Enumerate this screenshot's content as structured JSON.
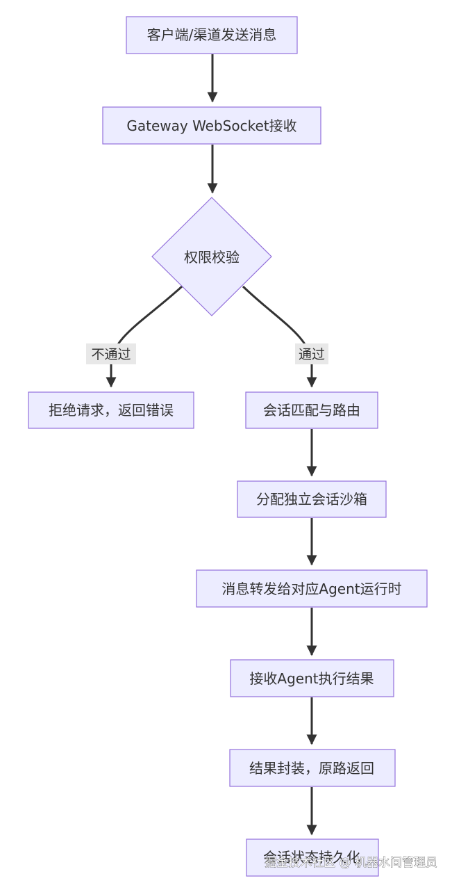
{
  "nodes": {
    "client_send": "客户端/渠道发送消息",
    "gateway_receive": "Gateway WebSocket接收",
    "permission_check": "权限校验",
    "reject_request": "拒绝请求，返回错误",
    "session_match": "会话匹配与路由",
    "allocate_sandbox": "分配独立会话沙箱",
    "forward_message": "消息转发给对应Agent运行时",
    "receive_result": "接收Agent执行结果",
    "wrap_result": "结果封装，原路返回",
    "persist_state": "会话状态持久化"
  },
  "edges": {
    "fail_label": "不通过",
    "pass_label": "通过"
  },
  "watermark": "掘金技术社区 @ 机器水间管理员",
  "colors": {
    "node_fill": "#ececff",
    "node_stroke": "#9370db",
    "edge": "#333333",
    "label_bg": "#e8e8e8",
    "text": "#333333"
  }
}
